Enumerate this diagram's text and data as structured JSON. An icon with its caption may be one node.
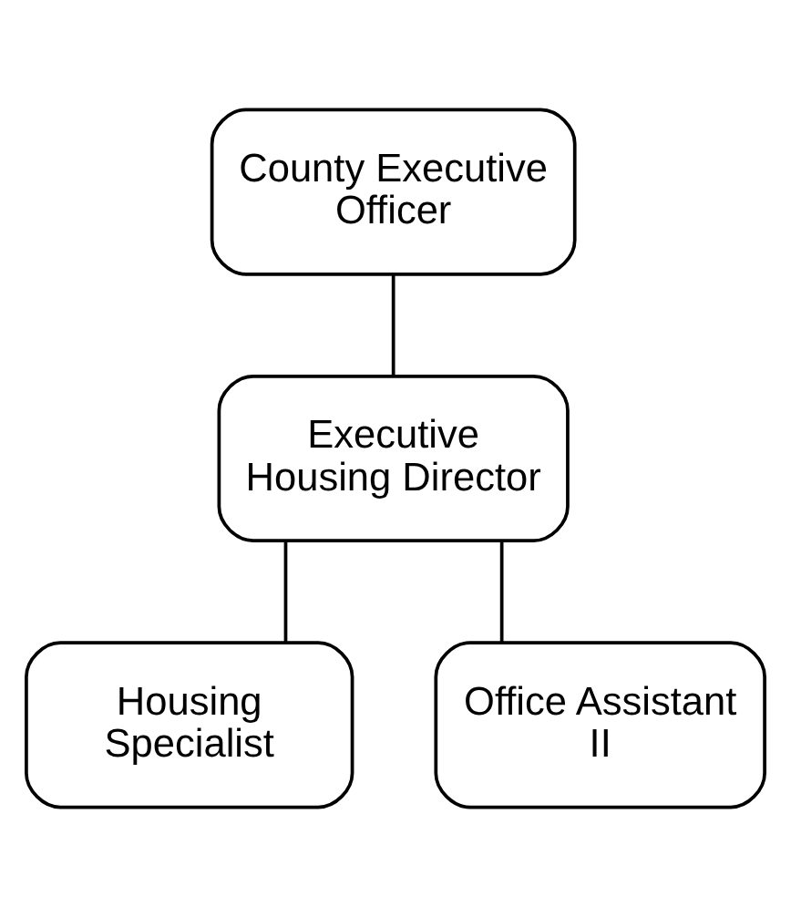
{
  "diagram": {
    "nodes": [
      {
        "text": [
          "County Executive Officer"
        ]
      },
      {
        "text": [
          "Executive Housing Director"
        ]
      },
      {
        "text": [
          "Housing Specialist"
        ]
      },
      {
        "text": [
          "Office Assistant II"
        ]
      }
    ],
    "edges": [
      {
        "from": 0,
        "to": 1,
        "arrow": "none"
      },
      {
        "from": 1,
        "to": 2,
        "arrow": "none"
      },
      {
        "from": 1,
        "to": 3,
        "arrow": "none"
      }
    ]
  }
}
